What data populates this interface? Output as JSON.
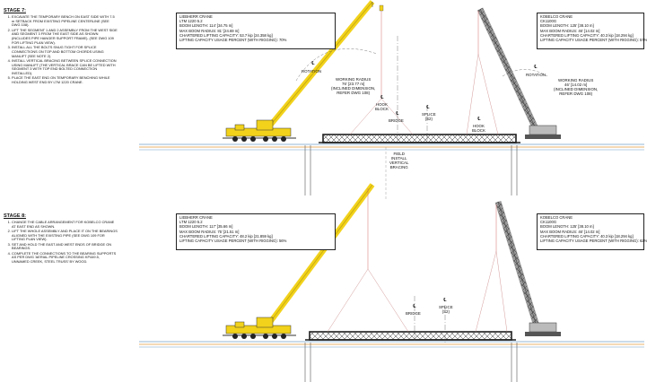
{
  "stage7": {
    "title": "STAGE 7:",
    "steps": [
      "EXCAVATE THE TEMPORARY BENCH ON EAST SIDE WITH 7.5 m SETBACK FROM EXISTING PIPELINE CENTERLINE (SEE DWG 108).",
      "LIFT THE SEGMENT 1 AND 2 ASSEMBLY FROM THE WEST SIDE AND SEGMENT 3 FROM THE EAST SIDE AS SHOWN (INCLUDES PIPE HANGER SUPPORT FRAME). (SEE DWG 109 FOR LIFTING PLAN VIEW).",
      "INSTALL ALL THE BOLTS SNUG TIGHT FOR SPLICE CONNECTIONS ON TOP AND BOTTOM CHORDS USING MANLIFT (SEE NOTE 2).",
      "INSTALL VERTICAL BRACING BETWEEN SPLICE CONNECTION USING MANLIFT (THE VERTICAL BRACE CAN BE LIFTED WITH SEGMENT 3 WITH TOP END BOLTED CONNECTION INSTALLED).",
      "PLACE THE EAST END ON TEMPORARY BENCHING WHILE HOLDING WEST END BY LTM 1220 CRANE."
    ],
    "crane_west": {
      "lines": [
        "LIEBHERR CRANE",
        "LTM 1220 5.2",
        "BOOM LENGTH: 114' [34.75 m]",
        "MAX BOOM RADIUS: 81' [24.69 m]",
        "CHARTERED LIFTING CAPACITY: 53.7 kip [24.358 kg]",
        "LIFTING CAPACITY USAGE PERCENT (WITH RIGGING): 70%"
      ]
    },
    "crane_east": {
      "lines": [
        "KOBELCO CRANE",
        "CK1100G",
        "BOOM LENGTH: 125' [38.10 m]",
        "MAX BOOM RADIUS: 46' [14.02 m]",
        "CHARTERED LIFTING CAPACITY: 40.3 kip [18.294 kg]",
        "LIFTING CAPACITY USAGE PERCENT (WITH RIGGING): 57%"
      ]
    },
    "rotation_left": "ROTATION",
    "rotation_right": "ROTATION",
    "radius_left": [
      "WORKING RADIUS",
      "76' [23.77 m]",
      "(INCLINED DIMENSION,",
      "REFER DWG 108)"
    ],
    "radius_right": [
      "WORKING RADIUS",
      "46' [14.02 m]",
      "(INCLINED DIMENSION,",
      "REFER DWG 108)"
    ],
    "hook_left": [
      "HOOK",
      "BLOCK"
    ],
    "hook_right": [
      "HOOK",
      "BLOCK"
    ],
    "bridge": "BRIDGE",
    "splice": [
      "SPLICE",
      "(S2)"
    ],
    "field_note": [
      "FIELD",
      "INSTALL",
      "VERTICAL",
      "BRACING"
    ]
  },
  "stage8": {
    "title": "STAGE 8:",
    "steps": [
      "CHANGE THE CABLE ARRANGEMENT FOR KOBELCO CRANE AT EAST END AS SHOWN.",
      "LIFT THE WHOLE ASSEMBLY AND PLACE IT ON THE BEARINGS ALIGNED WITH THE EXISTING PIPE (SEE DWG 109 FOR LIFTING PLAN VIEW).",
      "SET AND HOLD THE EAST AND WEST ENDS OF BRIDGE ON BEARINGS.",
      "COMPLETE THE CONNECTIONS TO THE BEARING SUPPORTS AS PER DWG 'AERIAL PIPELINE CROSSING KP449.5, UNNAMED CREEK, STEEL TRUSS' BY WOOD."
    ],
    "crane_west": {
      "lines": [
        "LIEBHERR CRANE",
        "LTM 1220 5.2",
        "BOOM LENGTH: 117' [35.66 m]",
        "MAX BOOM RADIUS: 75' [21.51 m]",
        "CHARTERED LIFTING CAPACITY: 48.2 kip [21.859 kg]",
        "LIFTING CAPACITY USAGE PERCENT (WITH RIGGING): 56%"
      ]
    },
    "crane_east": {
      "lines": [
        "KOBELCO CRANE",
        "CK1100G",
        "BOOM LENGTH: 125' [38.10 m]",
        "MAX BOOM RADIUS: 46' [14.02 m]",
        "CHARTERED LIFTING CAPACITY: 40.3 kip [18.294 kg]",
        "LIFTING CAPACITY USAGE PERCENT (WITH RIGGING): 62%"
      ]
    },
    "bridge": "BRIDGE",
    "splice": [
      "SPLICE",
      "(S2)"
    ]
  },
  "centerline_symbol": "℄",
  "colors": {
    "crane_yellow": "#f2d21b",
    "crane_dark": "#222222",
    "ground_blue": "#6f9fc6",
    "ground_orange": "#e39a3c",
    "truss_dark": "#1e1e1e",
    "cable_red": "#d66a6a",
    "kobelco_grey": "#555555"
  }
}
